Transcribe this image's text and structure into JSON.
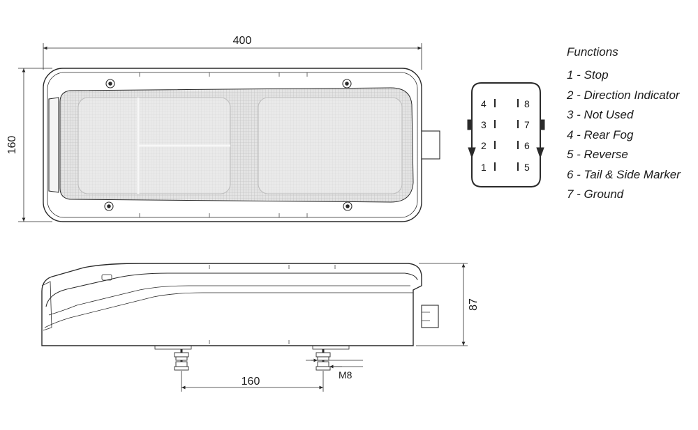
{
  "dimensions": {
    "width": "400",
    "height": "160",
    "depth": "87",
    "mount_spacing": "160",
    "thread": "M8"
  },
  "connector": {
    "pins_left": [
      "4",
      "3",
      "2",
      "1"
    ],
    "pins_right": [
      "8",
      "7",
      "6",
      "5"
    ]
  },
  "functions": {
    "title": "Functions",
    "items": [
      "1 - Stop",
      "2 - Direction Indicator",
      "3 - Not Used",
      "4 - Rear Fog",
      "5 - Reverse",
      "6 - Tail & Side Marker",
      "7 - Ground"
    ]
  },
  "colors": {
    "line": "#2a2a2a",
    "lens": "#d9d9d9",
    "lens_dark": "#bfbfbf"
  }
}
